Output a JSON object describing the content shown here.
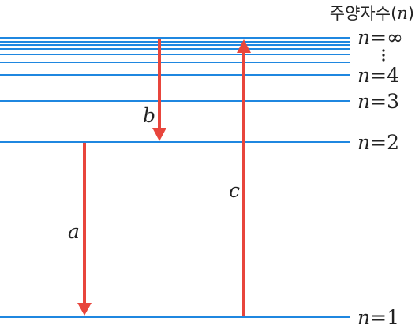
{
  "title": {
    "text": "주양자수",
    "paren_open": "(",
    "symbol": "n",
    "paren_close": ")"
  },
  "levels": [
    {
      "symbol": "n",
      "eq": "=",
      "value": "1"
    },
    {
      "symbol": "n",
      "eq": "=",
      "value": "2"
    },
    {
      "symbol": "n",
      "eq": "=",
      "value": "3"
    },
    {
      "symbol": "n",
      "eq": "=",
      "value": "4"
    },
    {
      "symbol": "n",
      "eq": "=",
      "value": "∞"
    }
  ],
  "transitions": [
    {
      "label": "a",
      "from_n": 2,
      "to_n": 1,
      "direction": "emission"
    },
    {
      "label": "b",
      "from_n": "∞",
      "to_n": 2,
      "direction": "emission"
    },
    {
      "label": "c",
      "from_n": 1,
      "to_n": "∞",
      "direction": "absorption"
    }
  ],
  "colors": {
    "level_line": "#1f87e0",
    "arrow": "#e8453c",
    "text": "#222222"
  }
}
